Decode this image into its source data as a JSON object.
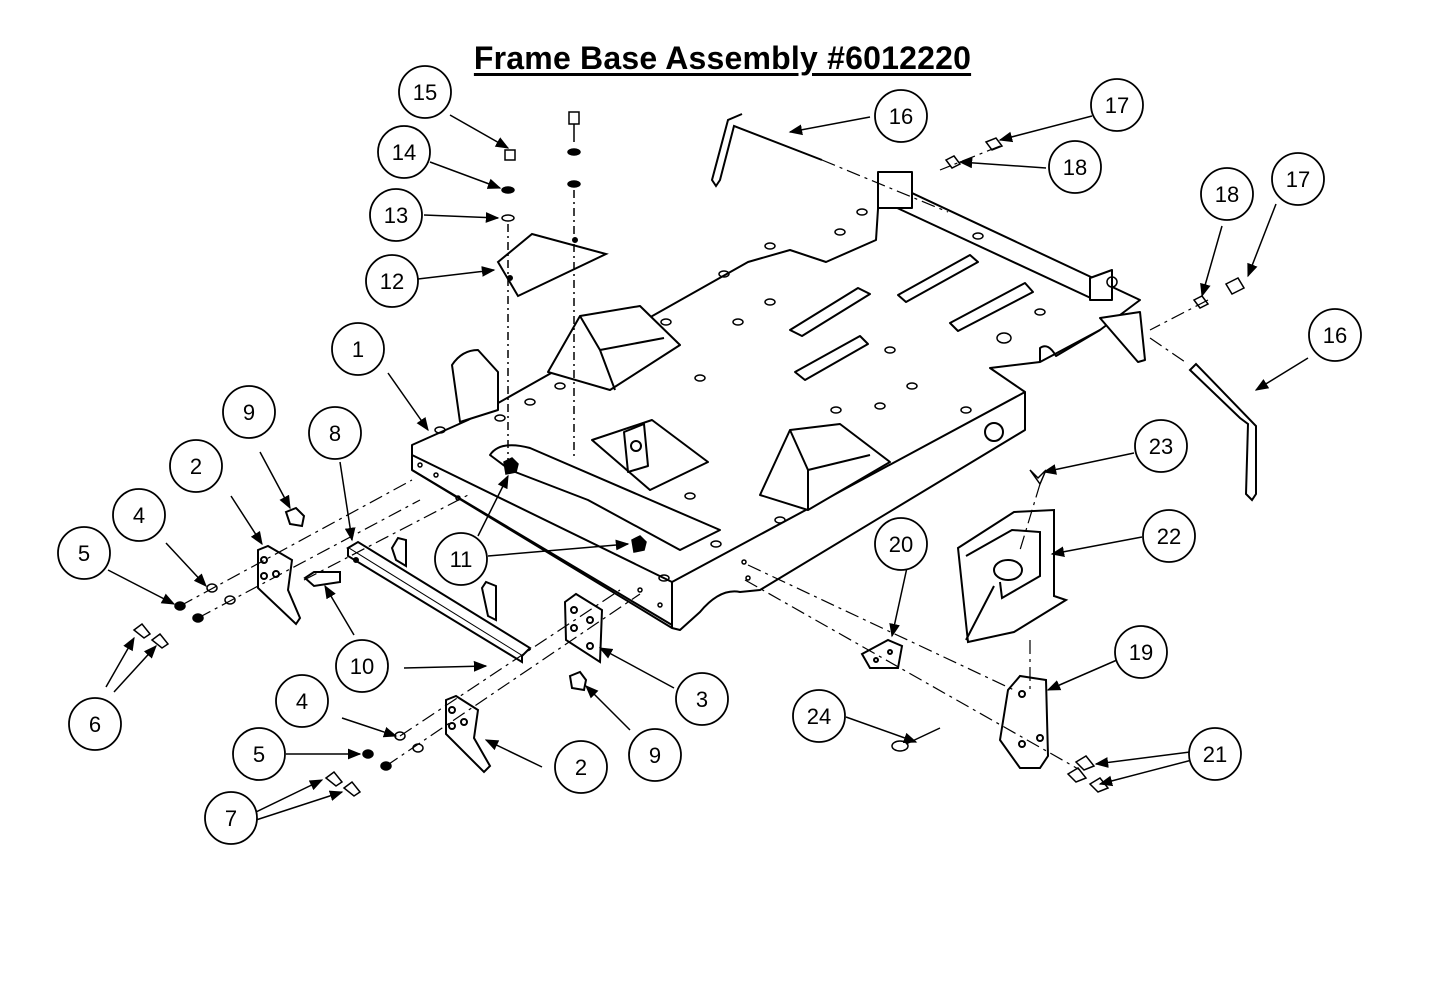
{
  "title": "Frame Base Assembly #6012220",
  "callouts": [
    {
      "id": "c1",
      "label": "1"
    },
    {
      "id": "c2a",
      "label": "2"
    },
    {
      "id": "c2b",
      "label": "2"
    },
    {
      "id": "c3",
      "label": "3"
    },
    {
      "id": "c4a",
      "label": "4"
    },
    {
      "id": "c4b",
      "label": "4"
    },
    {
      "id": "c5a",
      "label": "5"
    },
    {
      "id": "c5b",
      "label": "5"
    },
    {
      "id": "c6",
      "label": "6"
    },
    {
      "id": "c7",
      "label": "7"
    },
    {
      "id": "c8",
      "label": "8"
    },
    {
      "id": "c9a",
      "label": "9"
    },
    {
      "id": "c9b",
      "label": "9"
    },
    {
      "id": "c10",
      "label": "10"
    },
    {
      "id": "c11",
      "label": "11"
    },
    {
      "id": "c12",
      "label": "12"
    },
    {
      "id": "c13",
      "label": "13"
    },
    {
      "id": "c14",
      "label": "14"
    },
    {
      "id": "c15",
      "label": "15"
    },
    {
      "id": "c16a",
      "label": "16"
    },
    {
      "id": "c16b",
      "label": "16"
    },
    {
      "id": "c17a",
      "label": "17"
    },
    {
      "id": "c17b",
      "label": "17"
    },
    {
      "id": "c18a",
      "label": "18"
    },
    {
      "id": "c18b",
      "label": "18"
    },
    {
      "id": "c19",
      "label": "19"
    },
    {
      "id": "c20",
      "label": "20"
    },
    {
      "id": "c21",
      "label": "21"
    },
    {
      "id": "c22",
      "label": "22"
    },
    {
      "id": "c23",
      "label": "23"
    },
    {
      "id": "c24",
      "label": "24"
    }
  ]
}
